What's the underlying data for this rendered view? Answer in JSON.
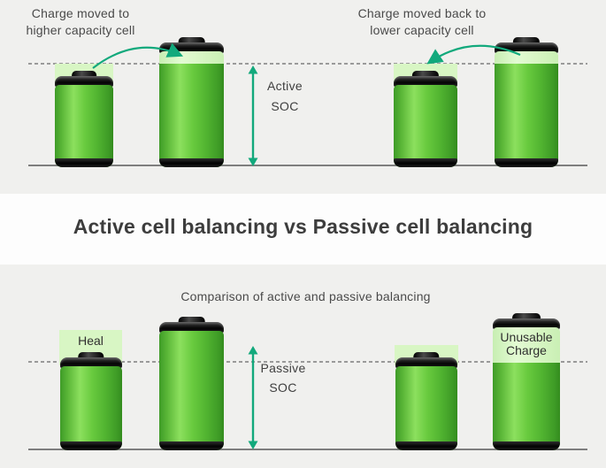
{
  "title": "Active cell balancing vs Passive cell balancing",
  "colors": {
    "panel_bg": "#f0f0ee",
    "band_bg": "#fdfdfd",
    "accent": "#12a97c",
    "light_green": "#d8f6c4",
    "battery_green": "#55b933",
    "text": "#4a4a4a"
  },
  "top_panel": {
    "left_caption_line1": "Charge moved to",
    "left_caption_line2": "higher capacity cell",
    "right_caption_line1": "Charge moved back to",
    "right_caption_line2": "lower capacity cell",
    "soc_line1": "Active",
    "soc_line2": "SOC"
  },
  "bottom_panel": {
    "subtitle": "Comparison of active and passive balancing",
    "heal_label": "Heal",
    "unusable_line1": "Unusable",
    "unusable_line2": "Charge",
    "soc_line1": "Passive",
    "soc_line2": "SOC"
  }
}
